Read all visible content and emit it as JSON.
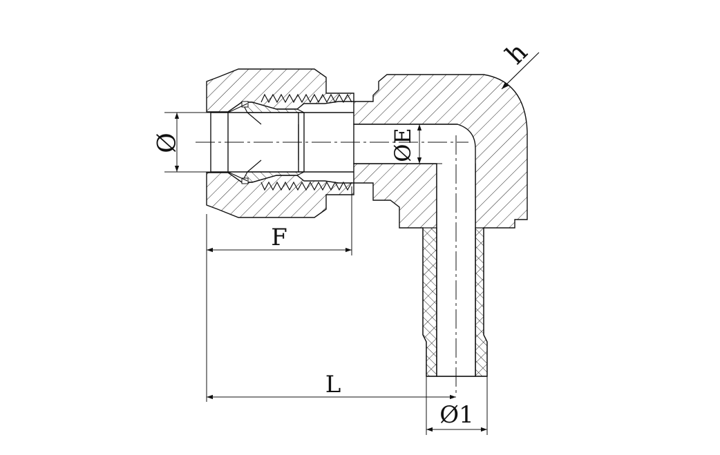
{
  "labels": {
    "diameter": "Ø",
    "diameter_e": "ØE",
    "hex": "h",
    "f": "F",
    "l": "L",
    "diameter_1": "Ø1"
  },
  "colors": {
    "ink": "#111111",
    "background": "#ffffff"
  }
}
